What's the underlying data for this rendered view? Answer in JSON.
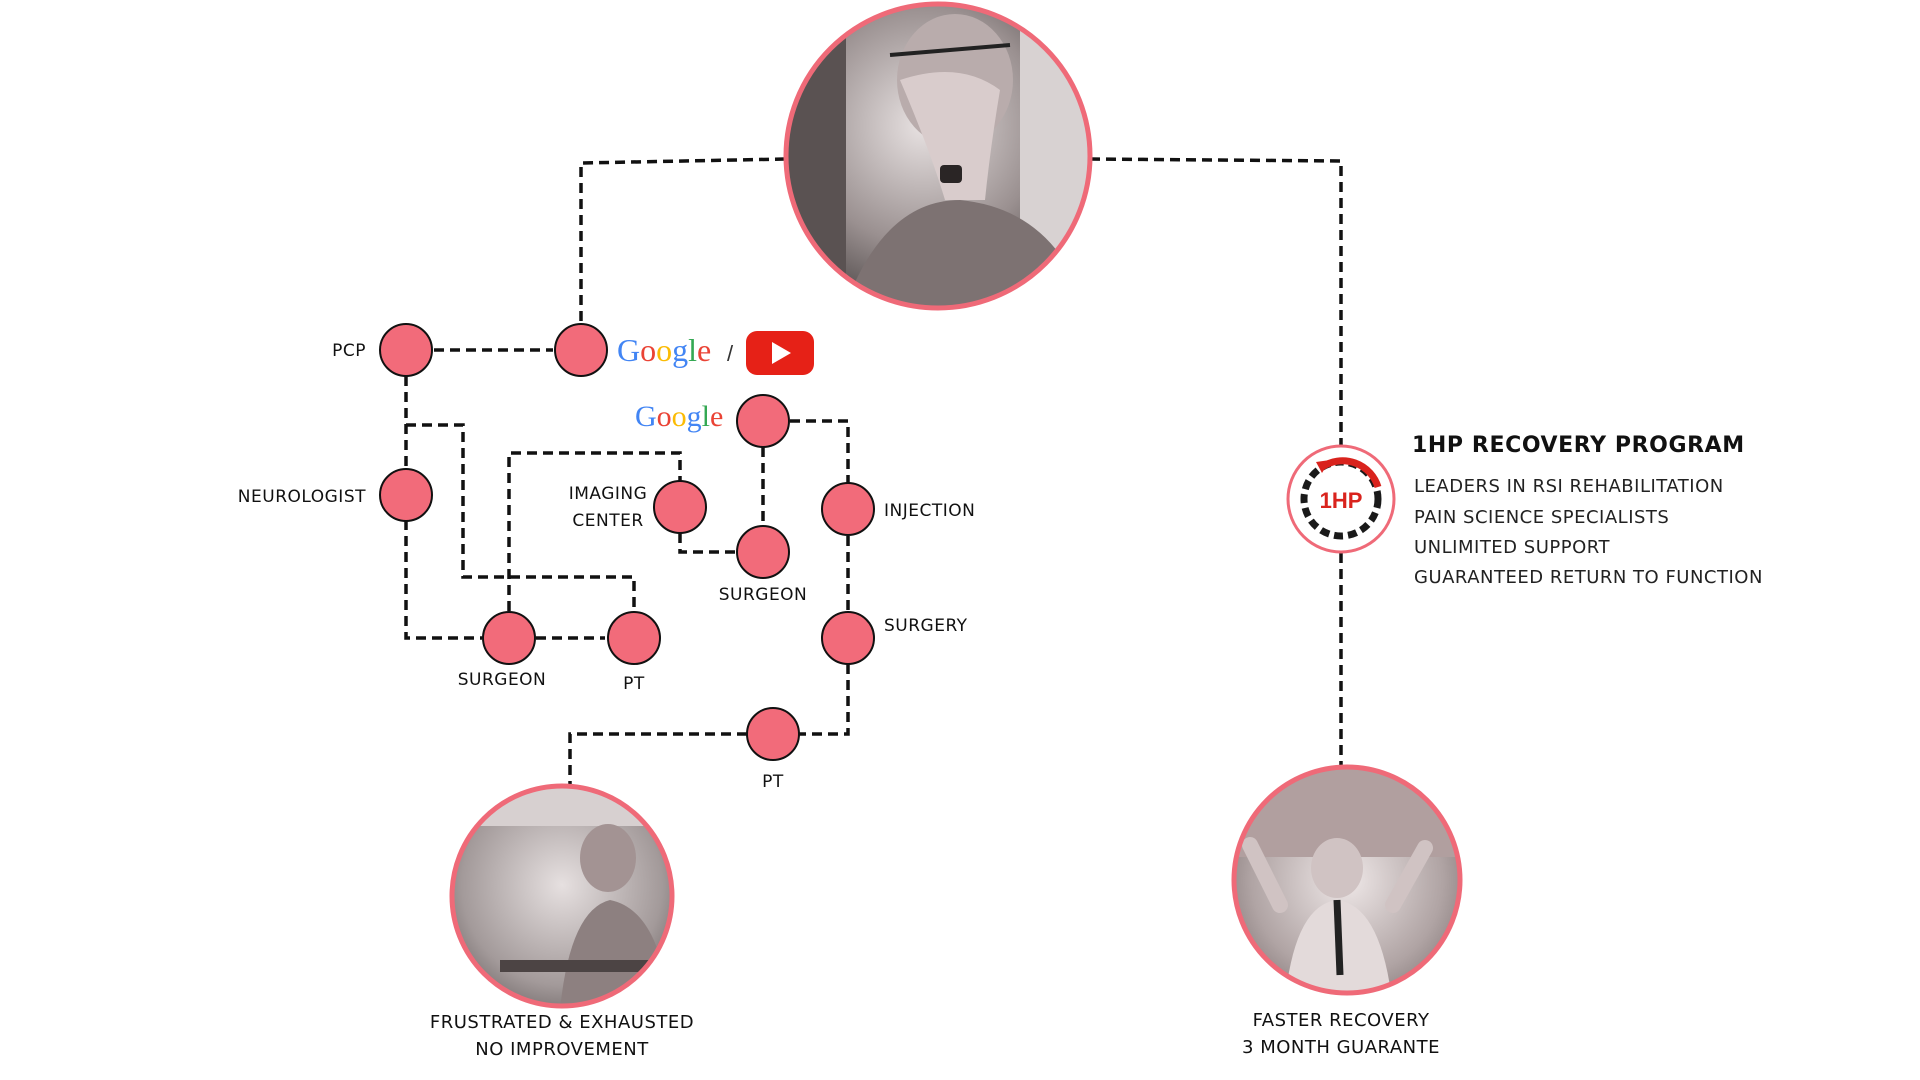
{
  "colors": {
    "node_fill": "#f26b7a",
    "ring": "#ef6a78",
    "youtube_red": "#e62117",
    "google_blue": "#4285f4",
    "google_red": "#ea4335",
    "google_yellow": "#fbbc05",
    "google_green": "#34a853",
    "logo_red": "#d9231d"
  },
  "brand": {
    "google_letters": [
      "G",
      "o",
      "o",
      "g",
      "l",
      "e"
    ],
    "separator": "/",
    "youtube": "youtube-play-icon"
  },
  "labels": {
    "pcp": "PCP",
    "neurologist": "NEUROLOGIST",
    "imaging_line1": "IMAGING",
    "imaging_line2": "CENTER",
    "surgeon_mid": "SURGEON",
    "injection": "INJECTION",
    "surgery": "SURGERY",
    "surgeon_low": "SURGEON",
    "pt_left": "PT",
    "pt_bottom": "PT"
  },
  "outcomes": {
    "bad_line1": "FRUSTRATED & EXHAUSTED",
    "bad_line2": "NO IMPROVEMENT",
    "good_line1": "FASTER RECOVERY",
    "good_line2": "3 MONTH GUARANTE"
  },
  "program": {
    "logo_text": "1HP",
    "title": "1HP RECOVERY PROGRAM",
    "items": [
      "LEADERS IN RSI REHABILITATION",
      "PAIN SCIENCE SPECIALISTS",
      "UNLIMITED SUPPORT",
      "GUARANTEED RETURN TO FUNCTION"
    ]
  }
}
